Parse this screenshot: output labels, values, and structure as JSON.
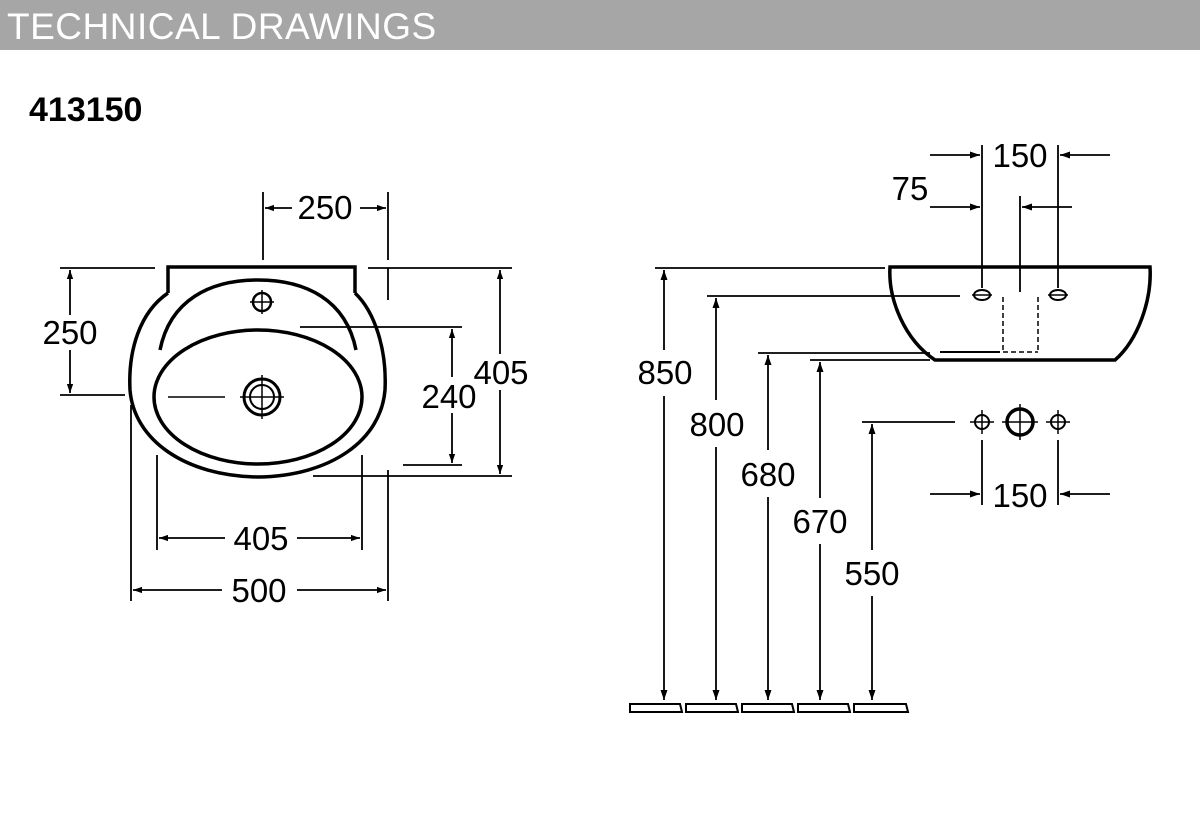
{
  "header": {
    "title": "TECHNICAL DRAWINGS",
    "background_color": "#a6a6a6",
    "text_color": "#ffffff"
  },
  "model": {
    "number": "413150"
  },
  "plan_view": {
    "top_width": "250",
    "left_height": "250",
    "inner_height": "240",
    "total_depth": "405",
    "inner_width": "405",
    "total_width": "500"
  },
  "side_view": {
    "tap_spacing_top": "150",
    "tap_offset": "75",
    "tap_spacing_bottom": "150",
    "height_850": "850",
    "height_800": "800",
    "height_680": "680",
    "height_670": "670",
    "height_550": "550"
  }
}
